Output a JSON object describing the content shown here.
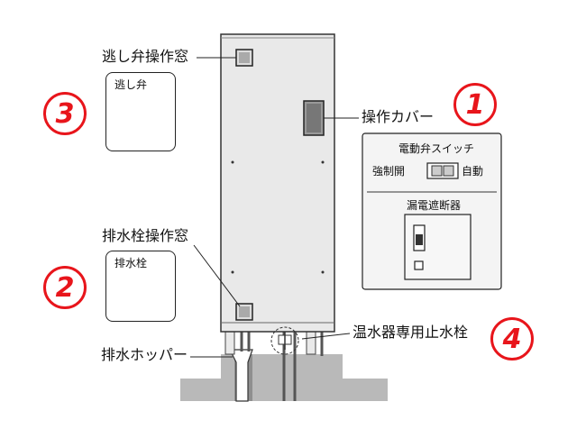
{
  "labels": {
    "relief_valve_window": "逃し弁操作窓",
    "relief_valve": "逃し弁",
    "drain_plug_window": "排水栓操作窓",
    "drain_plug": "排水栓",
    "drain_hopper": "排水ホッパー",
    "operation_cover": "操作カバー",
    "water_stop_valve": "温水器専用止水栓"
  },
  "panel": {
    "title": "電動弁スイッチ",
    "left": "強制開",
    "right": "自動",
    "breaker": "漏電遮断器"
  },
  "markers": {
    "m1": "1",
    "m2": "2",
    "m3": "3",
    "m4": "4"
  },
  "colors": {
    "marker": "#e8151b",
    "unit_fill": "#e9e9e9",
    "base_fill": "#b9b9b9",
    "panel_fill": "#f4f4f4"
  }
}
